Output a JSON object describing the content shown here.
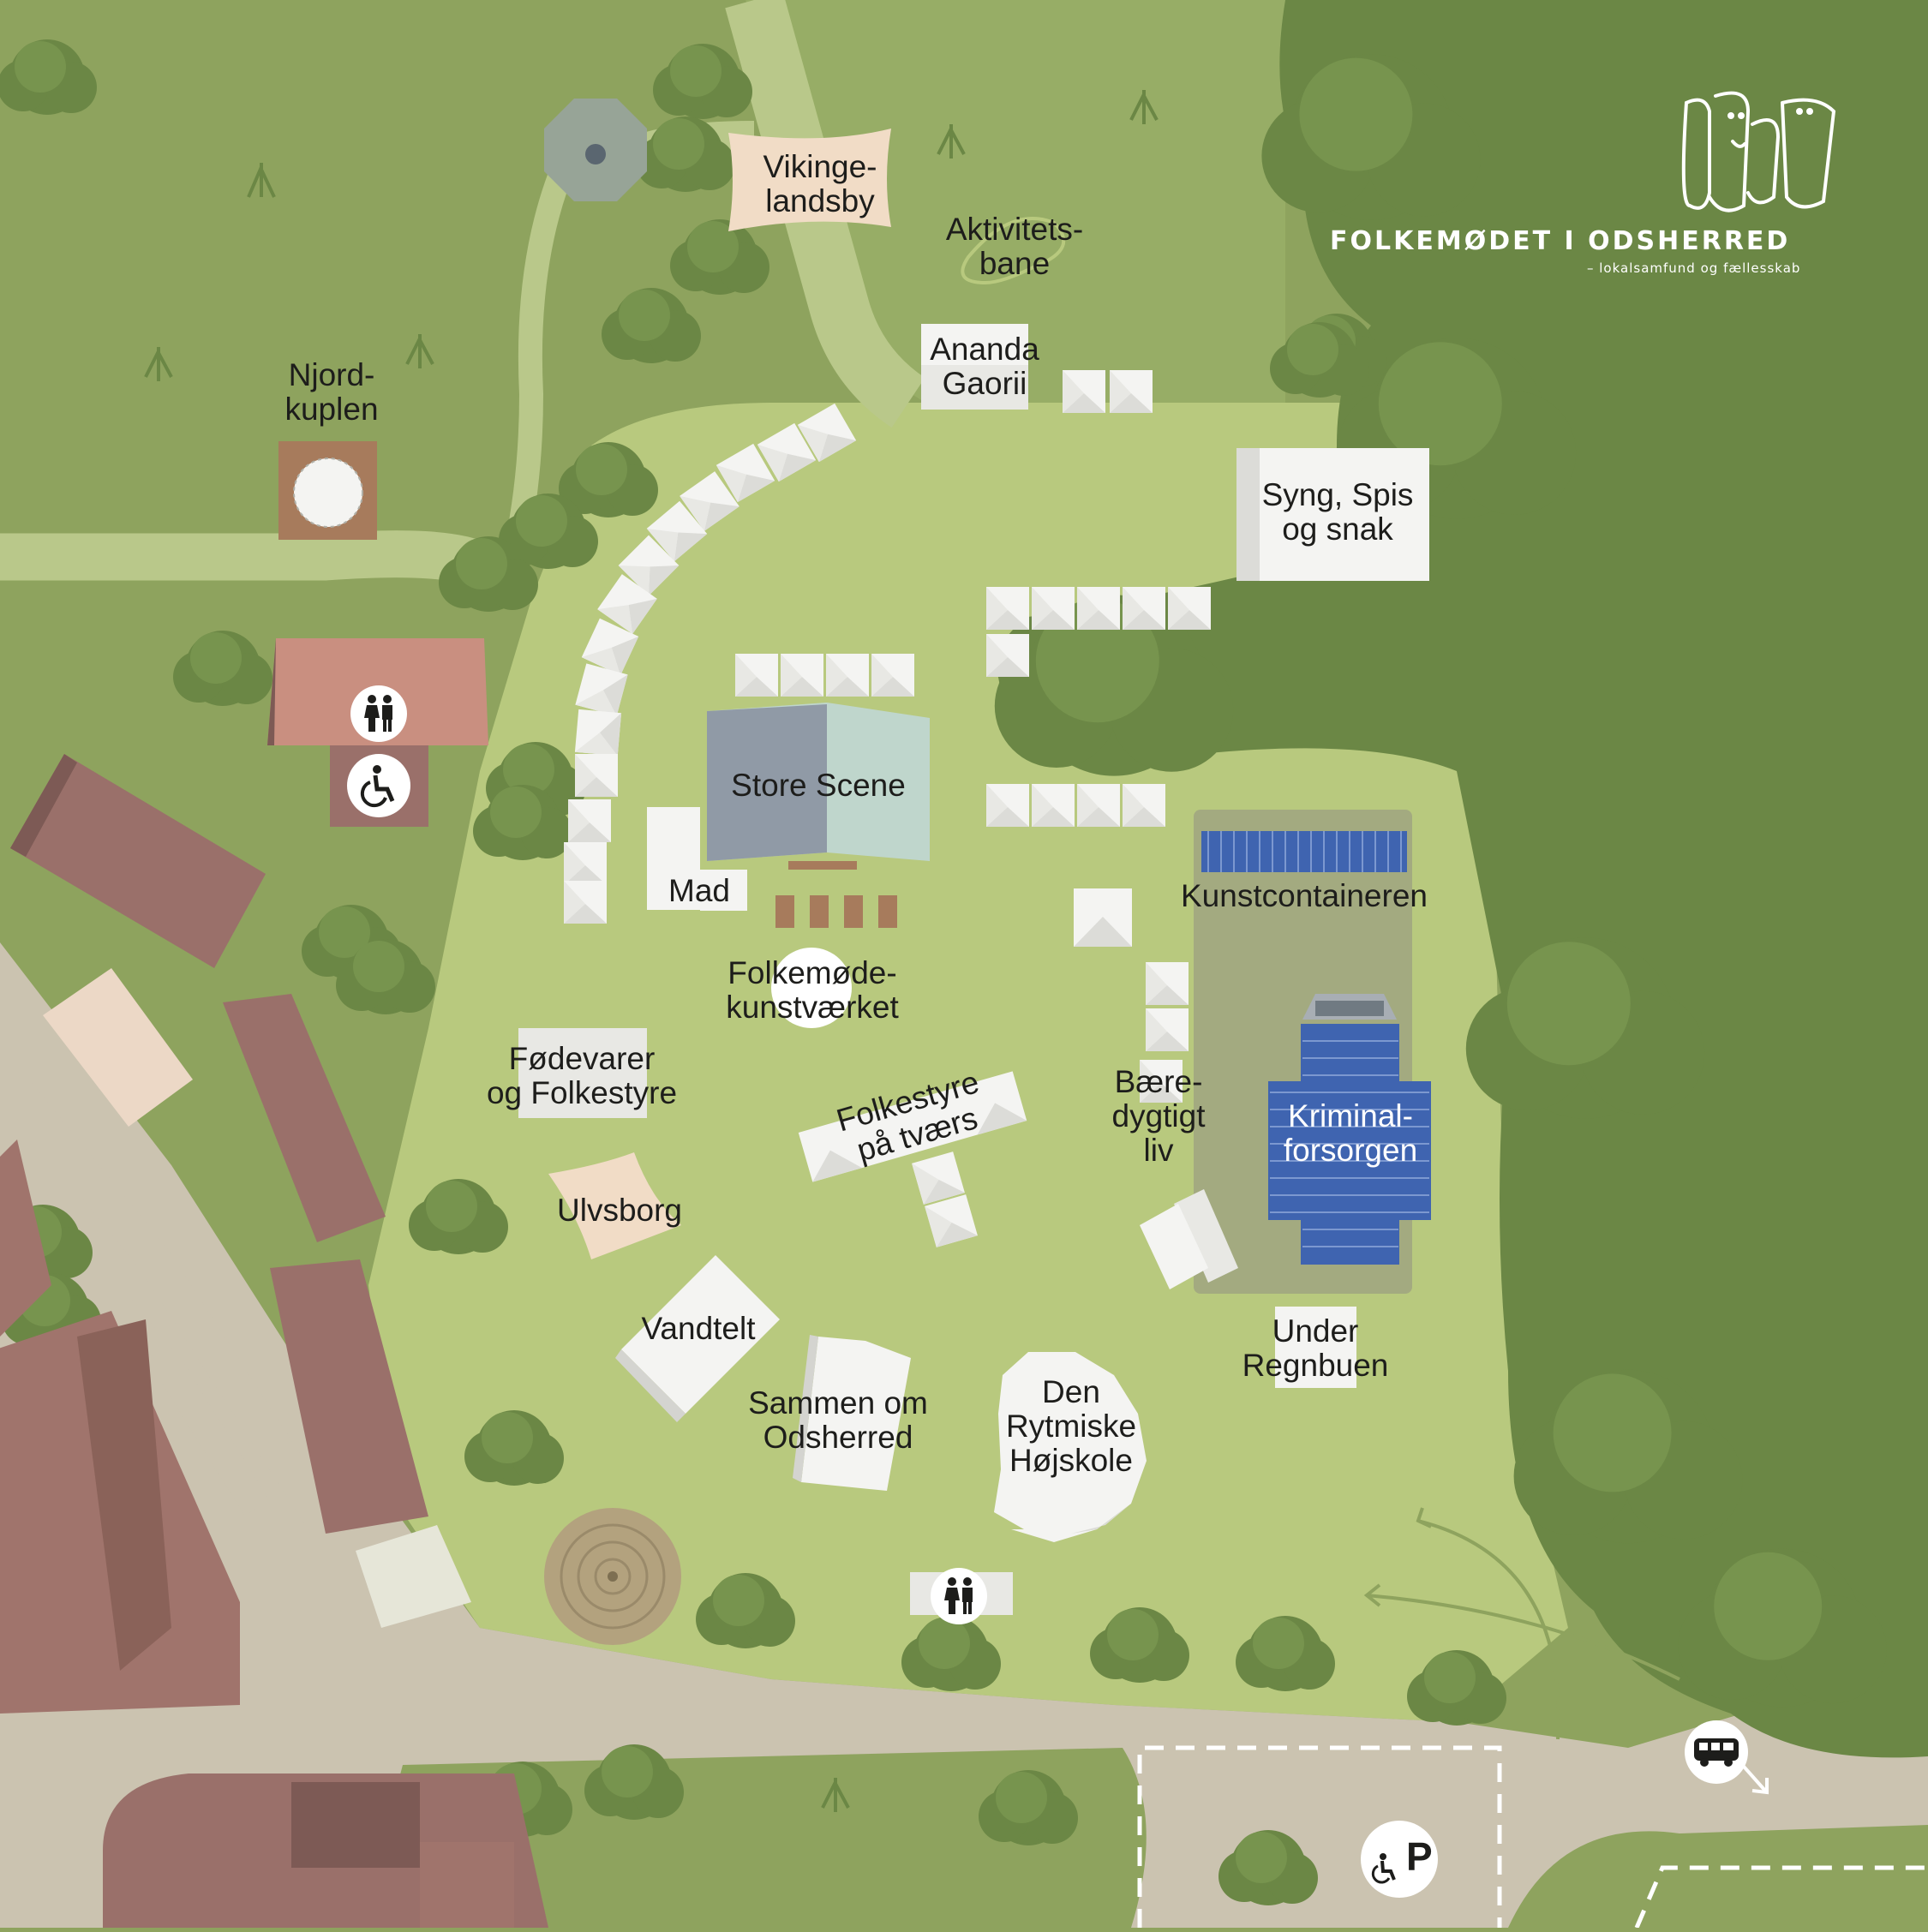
{
  "brand": {
    "name": "FOLKEMØDET I ODSHERRED",
    "tagline": "– lokalsamfund og fællesskab",
    "logo_icon": "four-people-icon"
  },
  "labels": {
    "vikingelandsby": [
      "Vikinge-",
      "landsby"
    ],
    "aktivitetsbane": [
      "Aktivitets-",
      "bane"
    ],
    "ananda_gaorii": [
      "Ananda",
      "Gaorii"
    ],
    "njordkuplen": [
      "Njord-",
      "kuplen"
    ],
    "syng_spis": [
      "Syng, Spis",
      "og snak"
    ],
    "store_scene": [
      "Store Scene"
    ],
    "mad": [
      "Mad"
    ],
    "kunstcontaineren": [
      "Kunstcontaineren"
    ],
    "folkemode_kunstvaerket": [
      "Folkemøde-",
      "kunstværket"
    ],
    "fodevarer": [
      "Fødevarer",
      "og Folkestyre"
    ],
    "folkestyre_paa_tvaers": [
      "Folkestyre",
      "på tværs"
    ],
    "baeredygtigt_liv": [
      "Bære-",
      "dygtigt",
      "liv"
    ],
    "kriminalforsorgen": [
      "Kriminal-",
      "forsorgen"
    ],
    "ulvsborg": [
      "Ulvsborg"
    ],
    "vandtelt": [
      "Vandtelt"
    ],
    "under_regnbuen": [
      "Under",
      "Regnbuen"
    ],
    "sammen_om_odsherred": [
      "Sammen om",
      "Odsherred"
    ],
    "den_rytmiske": [
      "Den",
      "Rytmiske",
      "Højskole"
    ]
  },
  "icons": {
    "toilet_north": "toilet-icon",
    "accessible_north": "wheelchair-icon",
    "toilet_south": "toilet-icon",
    "bus": "bus-icon",
    "parking": "accessible-parking-icon",
    "parking_letter": "P"
  },
  "colors": {
    "grass_dark": "#8ea35e",
    "grass_light": "#b8c97e",
    "path": "#cbc3b0",
    "tree": "#6e8a47",
    "building": "#9a706a",
    "container_blue": "#3f64b0",
    "tent": "#f4f4f2"
  }
}
